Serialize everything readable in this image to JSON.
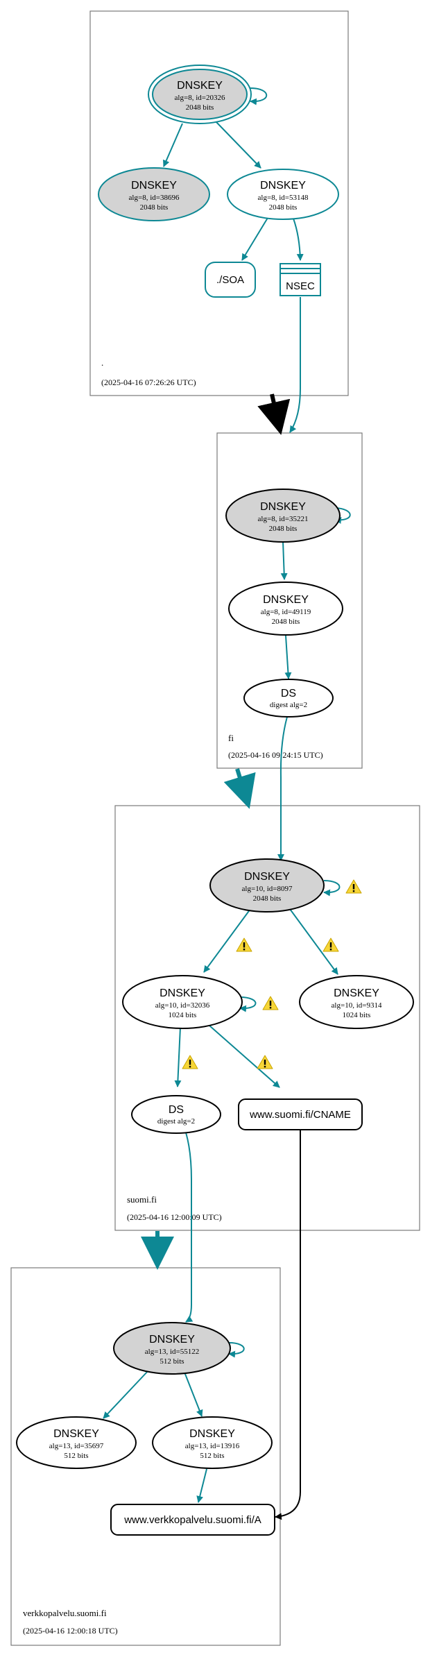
{
  "zones": [
    {
      "name": ".",
      "timestamp": "(2025-04-16 07:26:26 UTC)"
    },
    {
      "name": "fi",
      "timestamp": "(2025-04-16 09:24:15 UTC)"
    },
    {
      "name": "suomi.fi",
      "timestamp": "(2025-04-16 12:00:09 UTC)"
    },
    {
      "name": "verkkopalvelu.suomi.fi",
      "timestamp": "(2025-04-16 12:00:18 UTC)"
    }
  ],
  "nodes": {
    "root_ksk": {
      "title": "DNSKEY",
      "line1": "alg=8, id=20326",
      "line2": "2048 bits"
    },
    "root_k2": {
      "title": "DNSKEY",
      "line1": "alg=8, id=38696",
      "line2": "2048 bits"
    },
    "root_zsk": {
      "title": "DNSKEY",
      "line1": "alg=8, id=53148",
      "line2": "2048 bits"
    },
    "root_soa": {
      "title": "./SOA"
    },
    "root_nsec": {
      "title": "NSEC"
    },
    "fi_ksk": {
      "title": "DNSKEY",
      "line1": "alg=8, id=35221",
      "line2": "2048 bits"
    },
    "fi_zsk": {
      "title": "DNSKEY",
      "line1": "alg=8, id=49119",
      "line2": "2048 bits"
    },
    "fi_ds": {
      "title": "DS",
      "line1": "digest alg=2"
    },
    "suomi_ksk": {
      "title": "DNSKEY",
      "line1": "alg=10, id=8097",
      "line2": "2048 bits"
    },
    "suomi_zsk": {
      "title": "DNSKEY",
      "line1": "alg=10, id=32036",
      "line2": "1024 bits"
    },
    "suomi_k3": {
      "title": "DNSKEY",
      "line1": "alg=10, id=9314",
      "line2": "1024 bits"
    },
    "suomi_ds": {
      "title": "DS",
      "line1": "digest alg=2"
    },
    "suomi_cname": {
      "title": "www.suomi.fi/CNAME"
    },
    "verk_ksk": {
      "title": "DNSKEY",
      "line1": "alg=13, id=55122",
      "line2": "512 bits"
    },
    "verk_k1": {
      "title": "DNSKEY",
      "line1": "alg=13, id=35697",
      "line2": "512 bits"
    },
    "verk_zsk": {
      "title": "DNSKEY",
      "line1": "alg=13, id=13916",
      "line2": "512 bits"
    },
    "verk_a": {
      "title": "www.verkkopalvelu.suomi.fi/A"
    }
  },
  "colors": {
    "secure_edge": "#0d8894",
    "delegation_insecure": "#000000",
    "key_fill": "#d3d3d3",
    "warning_fill": "#f7d637"
  }
}
